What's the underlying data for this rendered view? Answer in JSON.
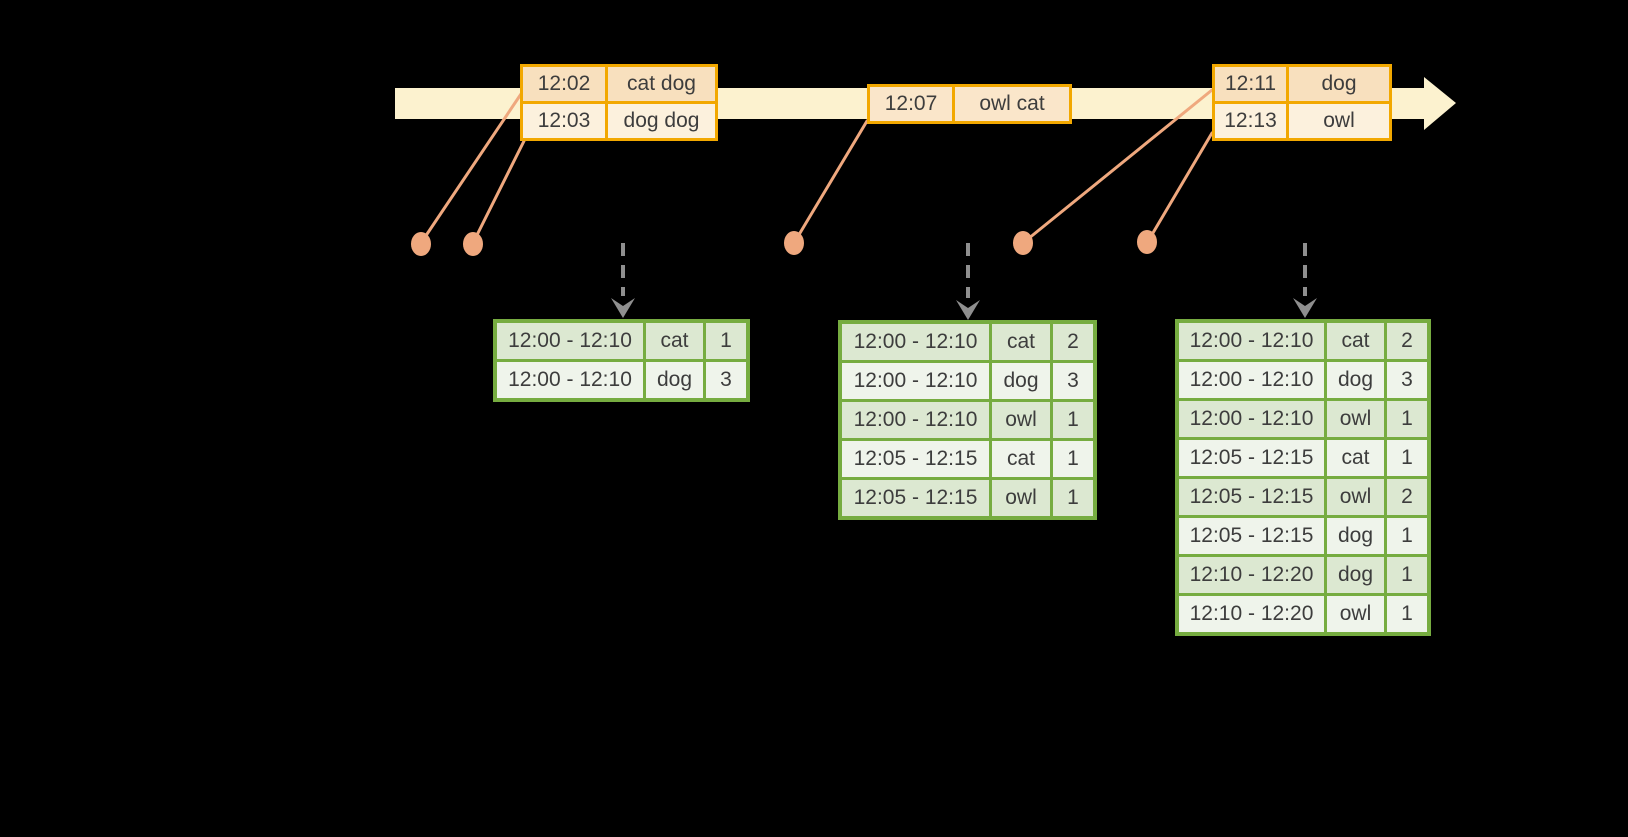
{
  "colors": {
    "background": "#000000",
    "band": "#FCF2CF",
    "amber": "#F2A800",
    "peach_dark": "#F8E0BE",
    "peach_light": "#FCF1DD",
    "salmon": "#EFA87E",
    "gray_arrow": "#8F8F8F",
    "green": "#76AC40",
    "green_row_dark": "#DCE8D1",
    "green_row_light": "#EFF4EB",
    "text": "#3D3D3D"
  },
  "event_tables": [
    {
      "rows": [
        {
          "time": "12:02",
          "words": "cat dog"
        },
        {
          "time": "12:03",
          "words": "dog dog"
        }
      ]
    },
    {
      "rows": [
        {
          "time": "12:07",
          "words": "owl cat"
        }
      ]
    },
    {
      "rows": [
        {
          "time": "12:11",
          "words": "dog"
        },
        {
          "time": "12:13",
          "words": "owl"
        }
      ]
    }
  ],
  "result_tables": [
    {
      "rows": [
        {
          "window": "12:00 - 12:10",
          "word": "cat",
          "count": "1"
        },
        {
          "window": "12:00 - 12:10",
          "word": "dog",
          "count": "3"
        }
      ]
    },
    {
      "rows": [
        {
          "window": "12:00 - 12:10",
          "word": "cat",
          "count": "2"
        },
        {
          "window": "12:00 - 12:10",
          "word": "dog",
          "count": "3"
        },
        {
          "window": "12:00 - 12:10",
          "word": "owl",
          "count": "1"
        },
        {
          "window": "12:05 - 12:15",
          "word": "cat",
          "count": "1"
        },
        {
          "window": "12:05 - 12:15",
          "word": "owl",
          "count": "1"
        }
      ]
    },
    {
      "rows": [
        {
          "window": "12:00 - 12:10",
          "word": "cat",
          "count": "2"
        },
        {
          "window": "12:00 - 12:10",
          "word": "dog",
          "count": "3"
        },
        {
          "window": "12:00 - 12:10",
          "word": "owl",
          "count": "1"
        },
        {
          "window": "12:05 - 12:15",
          "word": "cat",
          "count": "1"
        },
        {
          "window": "12:05 - 12:15",
          "word": "owl",
          "count": "2"
        },
        {
          "window": "12:05 - 12:15",
          "word": "dog",
          "count": "1"
        },
        {
          "window": "12:10 - 12:20",
          "word": "dog",
          "count": "1"
        },
        {
          "window": "12:10 - 12:20",
          "word": "owl",
          "count": "1"
        }
      ]
    }
  ]
}
